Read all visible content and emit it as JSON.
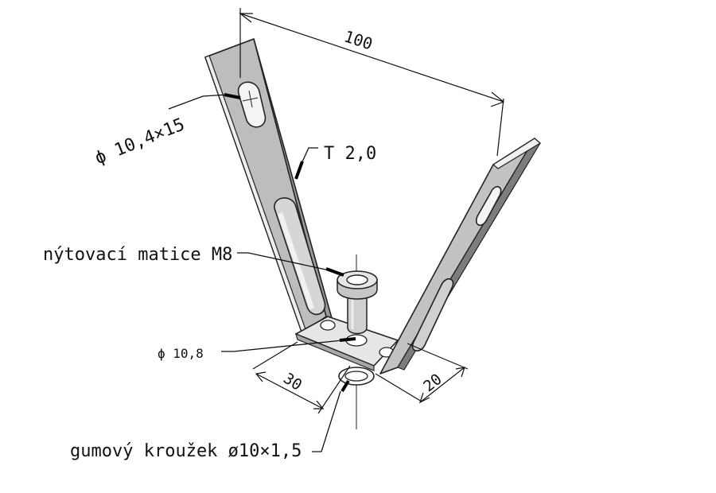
{
  "labels": {
    "dim_length": "100",
    "slot": "ϕ 10,4×15",
    "thickness": "T 2,0",
    "rivet_nut": "nýtovací matice M8",
    "hole": "ϕ 10,8",
    "dim_30": "30",
    "dim_20": "20",
    "ring": "gumový kroužek ø10×1,5"
  },
  "colors": {
    "arm_face": "#b9b9b9",
    "arm_edge": "#ececec",
    "arm_dark": "#8a8a8a",
    "base": "#e4e4e4",
    "nut": "#d8d8d8"
  }
}
